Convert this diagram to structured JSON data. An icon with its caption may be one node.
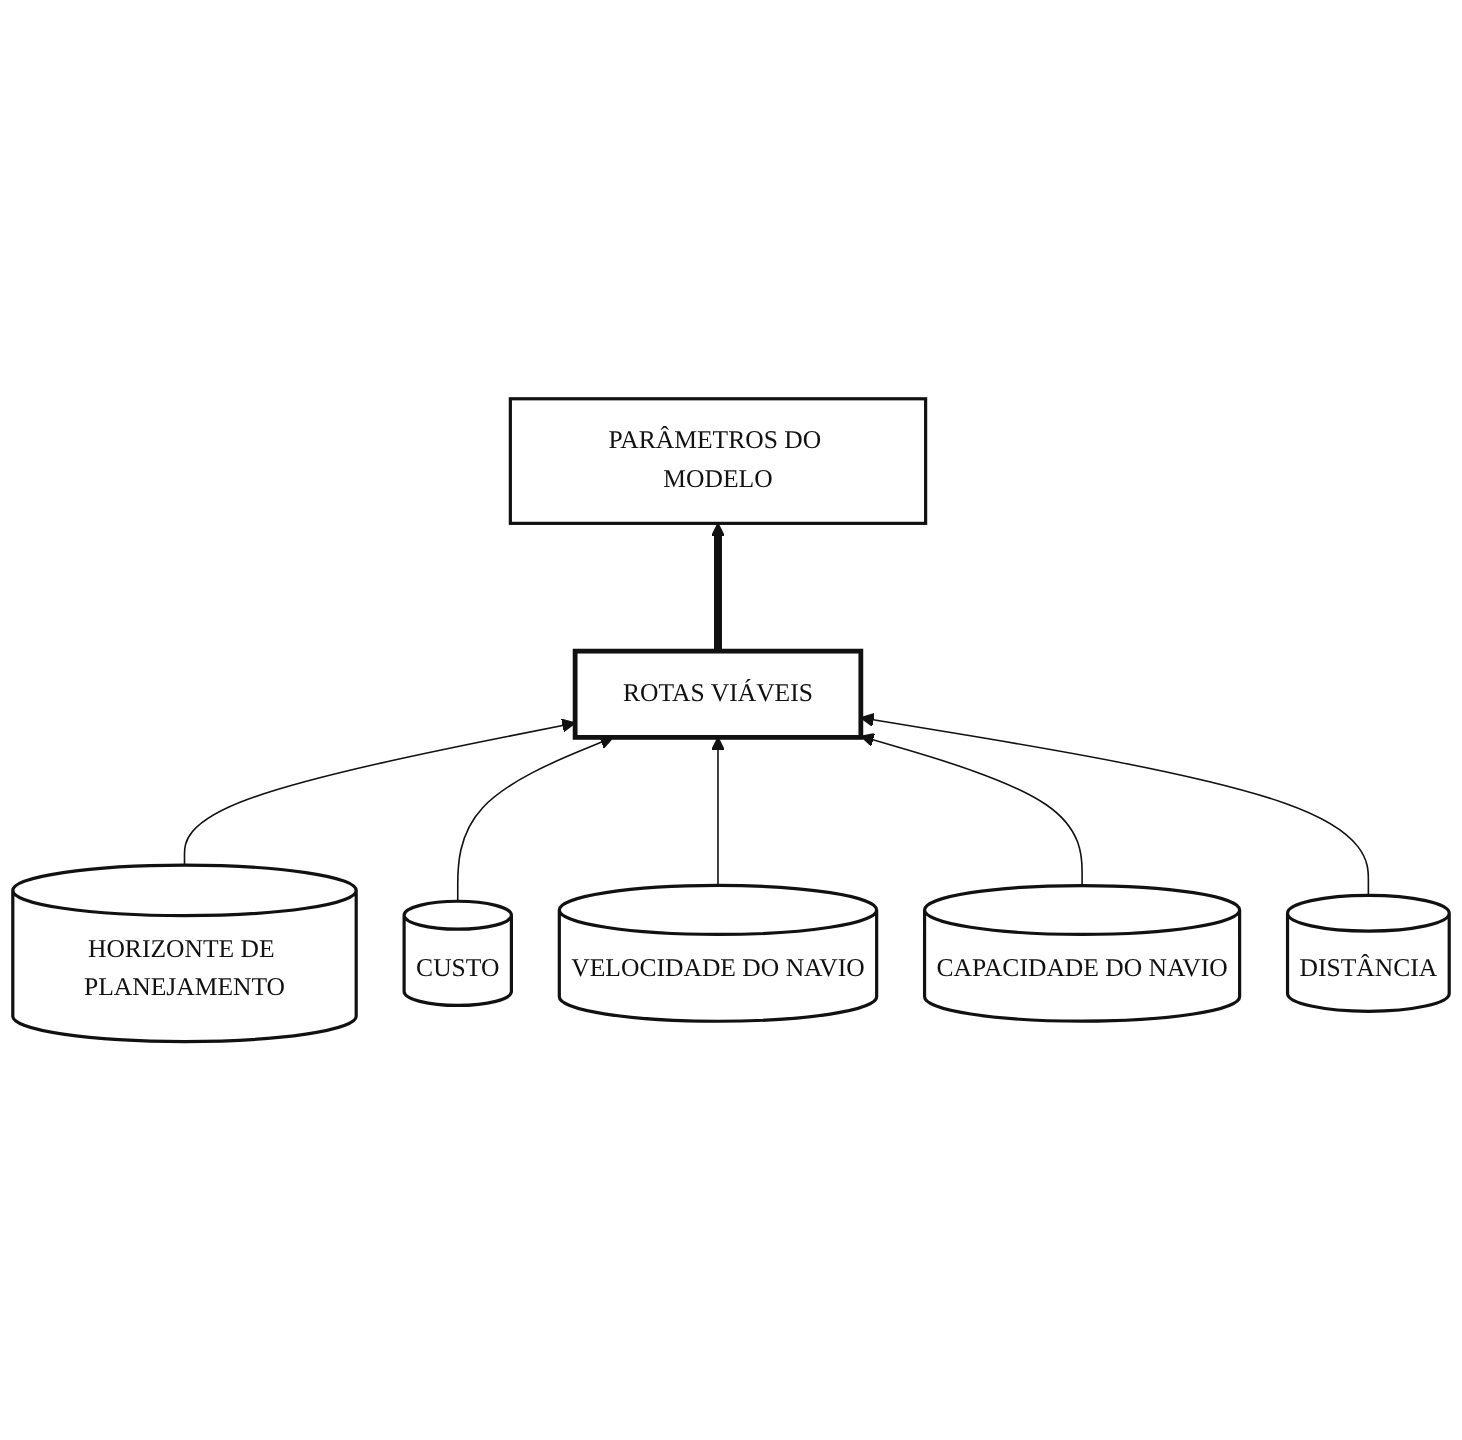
{
  "diagram": {
    "nodes": [
      {
        "text": [
          "PARÂMETROS DO MODELO"
        ]
      },
      {
        "text": [
          "ROTAS VIÁVEIS"
        ]
      },
      {
        "text": [
          "HORIZONTE DE PLANEJAMENTO"
        ]
      },
      {
        "text": [
          "CUSTO"
        ]
      },
      {
        "text": [
          "VELOCIDADE DO NAVIO"
        ]
      },
      {
        "text": [
          "CAPACIDADE DO NAVIO"
        ]
      },
      {
        "text": [
          "DISTÂNCIA"
        ]
      }
    ],
    "edges": [
      {
        "from": 2,
        "to": 1,
        "arrow": "to"
      },
      {
        "from": 3,
        "to": 1,
        "arrow": "to"
      },
      {
        "from": 4,
        "to": 1,
        "arrow": "to"
      },
      {
        "from": 5,
        "to": 1,
        "arrow": "to"
      },
      {
        "from": 6,
        "to": 1,
        "arrow": "to"
      },
      {
        "from": 1,
        "to": 0,
        "arrow": "to",
        "style": "thick"
      }
    ]
  }
}
